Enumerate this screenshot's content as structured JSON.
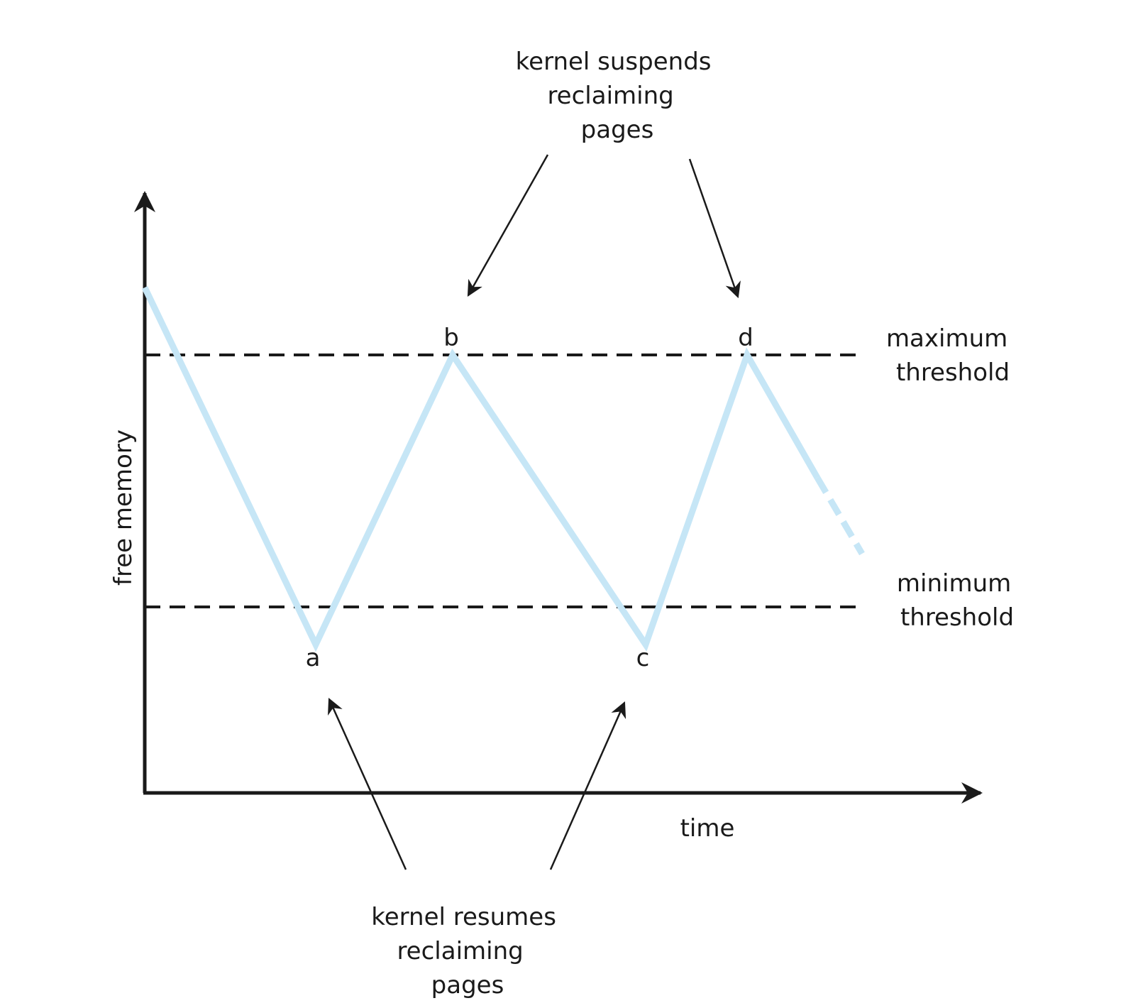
{
  "axes": {
    "y_label": "free memory",
    "x_label": "time"
  },
  "thresholds": {
    "maximum": [
      "maximum",
      "threshold"
    ],
    "minimum": [
      "minimum",
      "threshold"
    ]
  },
  "points": {
    "a": "a",
    "b": "b",
    "c": "c",
    "d": "d"
  },
  "annotations": {
    "suspend": [
      "kernel suspends",
      "reclaiming",
      "pages"
    ],
    "resume": [
      "kernel resumes",
      "reclaiming",
      "pages"
    ]
  },
  "colors": {
    "curve": "#c6e6f6",
    "axes": "#1a1a1a",
    "threshold_line": "#1a1a1a"
  }
}
